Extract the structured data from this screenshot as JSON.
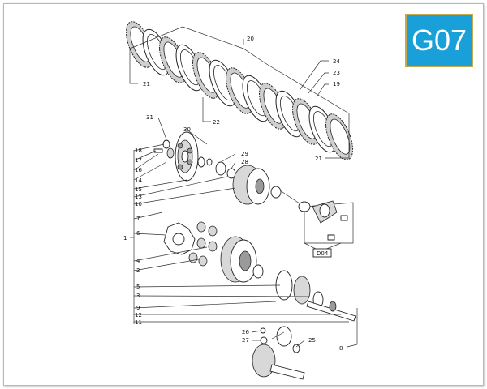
{
  "badge": {
    "code": "G07",
    "background": "#1aa0d8",
    "border": "#c9a94e"
  },
  "labels": {
    "l20": "20",
    "l24": "24",
    "l23": "23",
    "l19": "19",
    "l21a": "21",
    "l21b": "21",
    "l22": "22",
    "l31": "31",
    "l30": "30",
    "l29": "29",
    "l28": "28",
    "l18": "18",
    "l17": "17",
    "l16": "16",
    "l14": "14",
    "l15": "15",
    "l13": "13",
    "l10": "10",
    "l7": "7",
    "l1": "1",
    "l6": "6",
    "l4": "4",
    "l2": "2",
    "l5": "5",
    "l3": "3",
    "l9": "9",
    "l12": "12",
    "l11": "11",
    "l8": "8",
    "l26": "26",
    "l27": "27",
    "l25": "25",
    "d04": "D04"
  }
}
